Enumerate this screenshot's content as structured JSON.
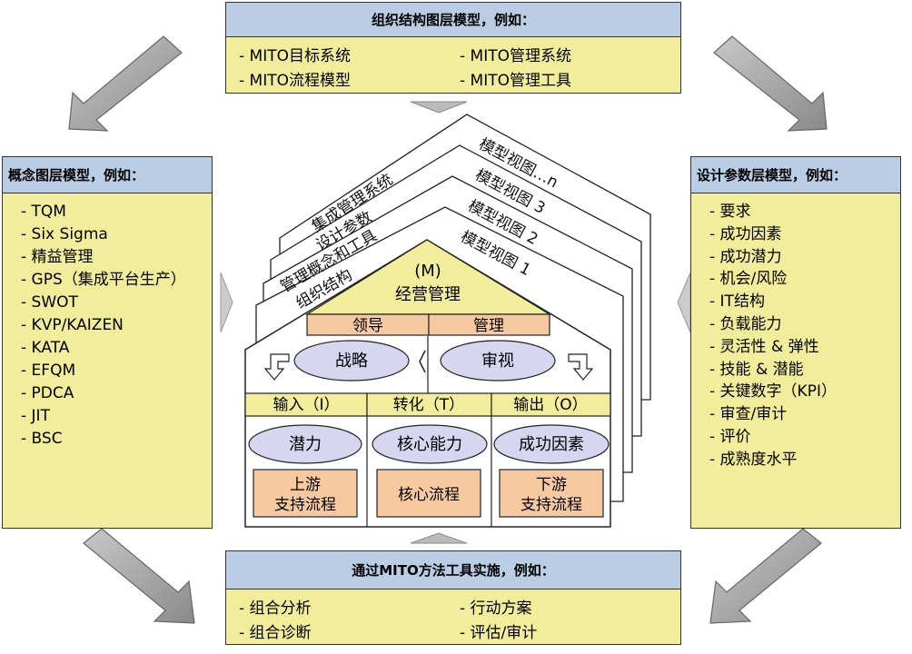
{
  "top_box": {
    "title": "组织结构图层模型，例如：",
    "items": [
      "MITO目标系统",
      "MITO管理系统",
      "MITO流程模型",
      "MITO管理工具"
    ]
  },
  "left_box": {
    "title": "概念图层模型，例如：",
    "items": [
      "TQM",
      "Six Sigma",
      "精益管理",
      "GPS（集成平台生产）",
      "SWOT",
      "KVP/KAIZEN",
      "KATA",
      "EFQM",
      "PDCA",
      "JIT",
      "BSC"
    ]
  },
  "right_box": {
    "title": "设计参数层模型，例如：",
    "items": [
      "要求",
      "成功因素",
      "成功潜力",
      "机会/风险",
      "IT结构",
      "负载能力",
      "灵活性 & 弹性",
      "技能 & 潜能",
      "关键数字（KPI）",
      "审查/审计",
      "评价",
      "成熟度水平"
    ]
  },
  "bottom_box": {
    "title": "通过MITO方法工具实施，例如：",
    "items": [
      "组合分析",
      "行动方案",
      "组合诊断",
      "评估/审计"
    ]
  },
  "layers": {
    "left_labels": [
      "集成管理系统",
      "设计参数",
      "管理概念和工具",
      "组织结构"
    ],
    "right_labels": [
      "模型视图…n",
      "模型视图 3",
      "模型视图 2",
      "模型视图 1"
    ]
  },
  "house": {
    "m_label": "(M)",
    "title": "经营管理",
    "lead": "领导",
    "manage": "管理",
    "strategy": "战略",
    "review": "审视",
    "col_input": "输入（I）",
    "col_transform": "转化（T）",
    "col_output": "输出（O）",
    "oval_left": "潜力",
    "oval_mid": "核心能力",
    "oval_right": "成功因素",
    "rect_left_1": "上游",
    "rect_left_2": "支持流程",
    "rect_mid": "核心流程",
    "rect_right_1": "下游",
    "rect_right_2": "支持流程"
  },
  "colors": {
    "box_fill": "#f2ed9a",
    "header_fill": "#b9cde4",
    "lavender": "#d6d6f0",
    "salmon": "#f7c9a0",
    "arrow_gray": "#999999"
  }
}
